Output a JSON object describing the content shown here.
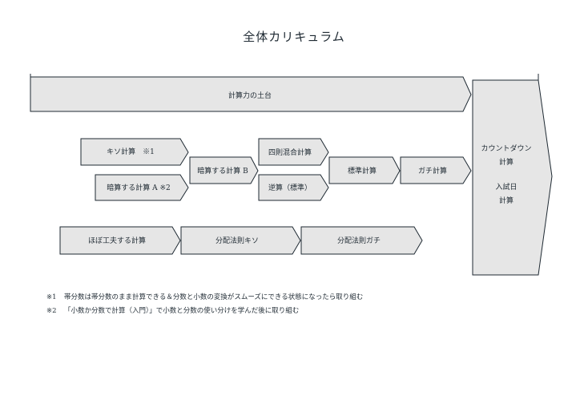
{
  "title": "全体カリキュラム",
  "arrows": {
    "foundation": "計算力の土台",
    "kiso": "キソ計算　※1",
    "anzan_a": "暗算する計算 A ※2",
    "anzan_b": "暗算する計算 B",
    "shisoku": "四則混合計算",
    "gyakuzan": "逆算（標準）",
    "hyojun": "標準計算",
    "gachi": "ガチ計算",
    "hobo": "ほぼ工夫する計算",
    "bunpai_kiso": "分配法則キソ",
    "bunpai_gachi": "分配法則ガチ"
  },
  "final": {
    "line1": "カウントダウン",
    "line2": "計算",
    "line3": "入試日",
    "line4": "計算"
  },
  "notes": [
    {
      "mark": "※1",
      "text": "帯分数は帯分数のまま計算できる＆分数と小数の変換がスムーズにできる状態になったら取り組む"
    },
    {
      "mark": "※2",
      "text": "「小数か分数で計算（入門）」で小数と分数の使い分けを学んだ後に取り組む"
    }
  ]
}
